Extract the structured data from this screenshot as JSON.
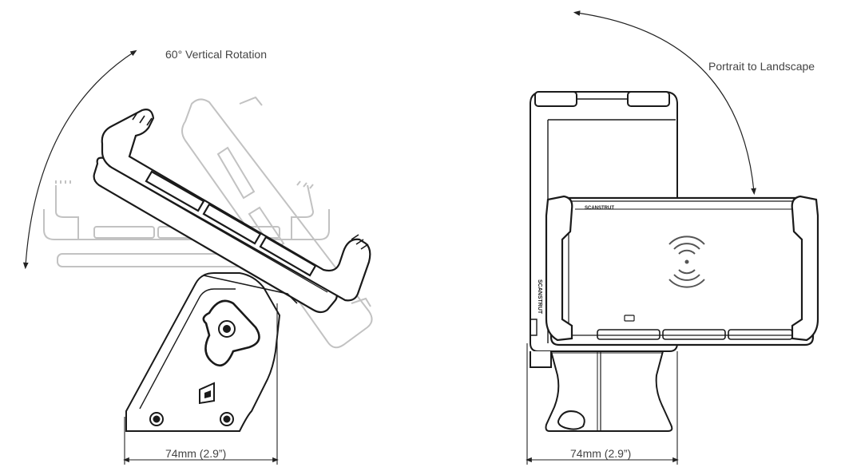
{
  "labels": {
    "vertical_rotation": "60° Vertical Rotation",
    "portrait_to_landscape": "Portrait to Landscape",
    "left_width": "74mm (2.9”)",
    "right_width": "74mm (2.9”)",
    "brand_top": "SCANSTRUT",
    "brand_side": "SCANSTRUT"
  },
  "colors": {
    "line": "#1a1a1a",
    "ghost": "#bdbdbd",
    "shade": "#e6e6e6",
    "text": "#444444"
  },
  "icons": {
    "wireless": "wireless-charging-icon"
  }
}
